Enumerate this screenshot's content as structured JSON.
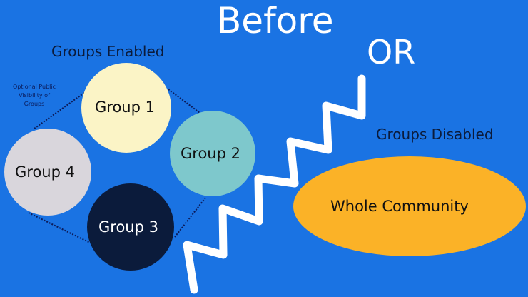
{
  "title": "Before",
  "or_label": "OR",
  "enabled_label": "Groups Enabled",
  "disabled_label": "Groups Disabled",
  "visibility_note": [
    "Optional Public",
    "Visibility of",
    "Groups"
  ],
  "groups": [
    {
      "label": "Group 1",
      "color": "#fbf4c6",
      "text_color": "#111111"
    },
    {
      "label": "Group 2",
      "color": "#7ec8cc",
      "text_color": "#111111"
    },
    {
      "label": "Group 3",
      "color": "#0b1b3b",
      "text_color": "#ffffff"
    },
    {
      "label": "Group 4",
      "color": "#d9d6dc",
      "text_color": "#111111"
    }
  ],
  "community": {
    "label": "Whole Community",
    "color": "#fbb227"
  },
  "colors": {
    "background": "#1a73e3",
    "dots": "#0b1b5a"
  }
}
